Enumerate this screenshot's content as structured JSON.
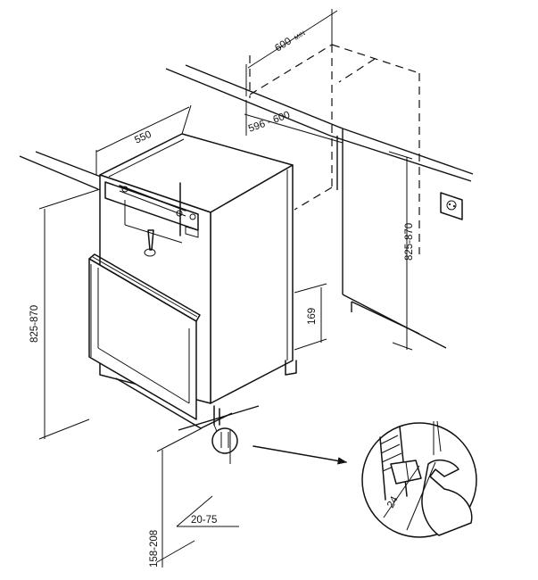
{
  "dimensions": {
    "cabinet_width": "600",
    "cabinet_width_suffix": "MIN",
    "niche_width": "596 - 600",
    "appliance_depth": "550",
    "appliance_height": "825-870",
    "niche_height": "825-870",
    "door_plinth": "169",
    "plinth_height": "158-208",
    "plinth_setback": "20-75",
    "wrench_size": "24"
  }
}
